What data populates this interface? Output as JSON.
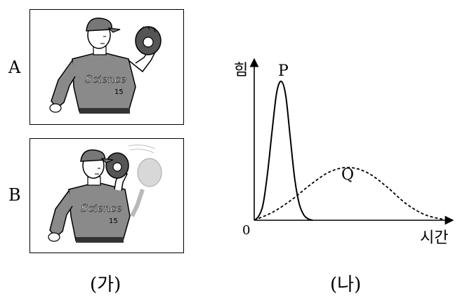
{
  "panel_a": {
    "label": "A",
    "jersey_text": "Science",
    "jersey_number": "15"
  },
  "panel_b": {
    "label": "B",
    "jersey_text": "Science",
    "jersey_number": "15"
  },
  "captions": {
    "left": "(가)",
    "right": "(나)"
  },
  "graph": {
    "y_axis_label": "힘",
    "x_axis_label": "시간",
    "origin_label": "0",
    "curve_p_label": "P",
    "curve_q_label": "Q"
  },
  "chart_data": {
    "type": "line",
    "xlabel": "시간",
    "ylabel": "힘",
    "series": [
      {
        "name": "P",
        "style": "solid",
        "x": [
          0,
          0.5,
          1,
          1.5,
          2,
          2.5,
          3,
          3.5,
          4,
          4.5,
          5,
          5.5,
          6,
          6.5
        ],
        "values": [
          0,
          0.3,
          1.2,
          3.5,
          6.5,
          9.2,
          10,
          9.0,
          6.0,
          3.0,
          1.2,
          0.4,
          0.1,
          0
        ]
      },
      {
        "name": "Q",
        "style": "dashed",
        "x": [
          0,
          2,
          4,
          6,
          8,
          10,
          12,
          14,
          16,
          18,
          20
        ],
        "values": [
          0,
          0.6,
          1.5,
          2.6,
          3.5,
          3.8,
          3.4,
          2.4,
          1.2,
          0.4,
          0.05
        ]
      }
    ]
  }
}
